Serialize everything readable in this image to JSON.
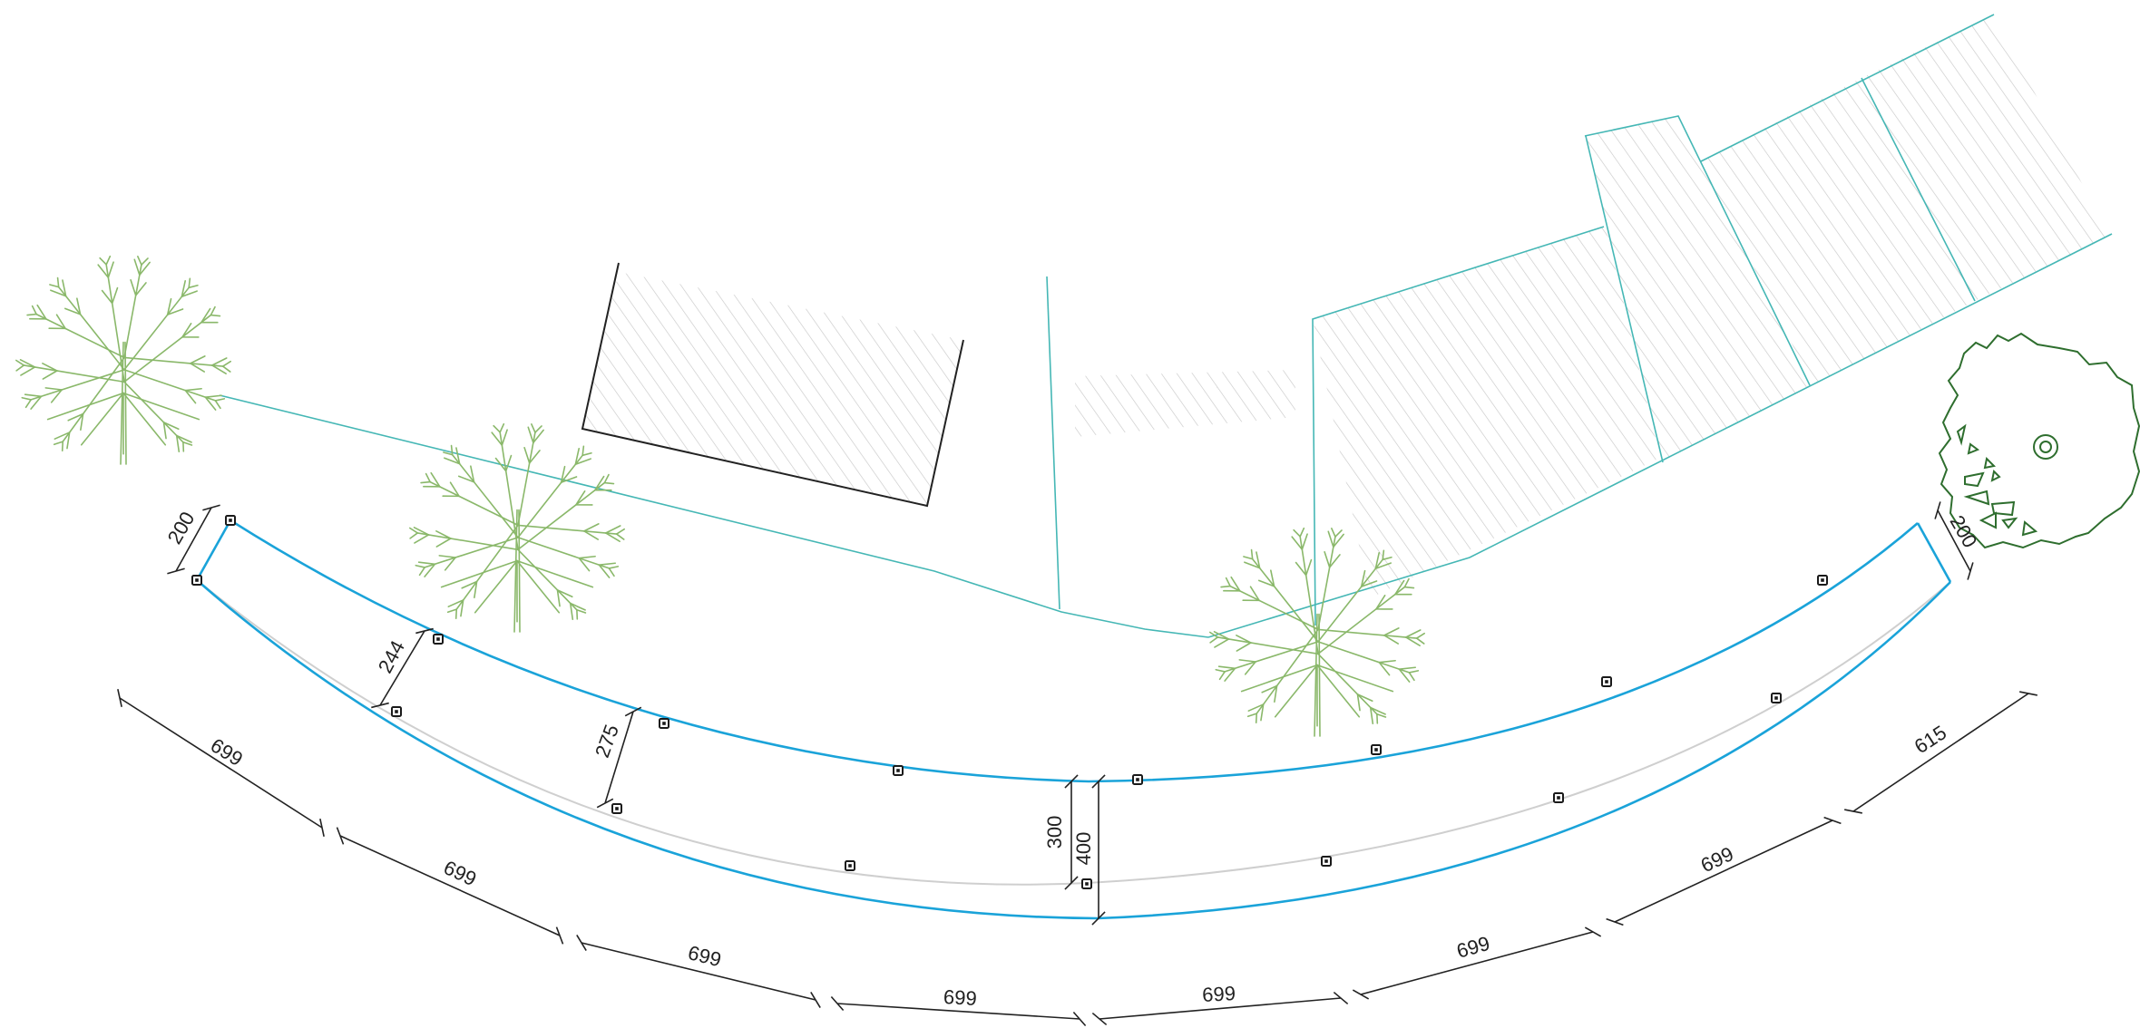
{
  "dimensions": {
    "width_end_left": "200",
    "width_end_right": "200",
    "offset_a": "244",
    "offset_b": "275",
    "offset_center_inner": "300",
    "offset_center_outer": "400",
    "segments": [
      "699",
      "699",
      "699",
      "699",
      "699",
      "699",
      "699",
      "615"
    ]
  },
  "colors": {
    "bench_outline": "#1aa3d9",
    "site_lines": "#45b7b5",
    "building_outline": "#222222",
    "hatch": "#c8c8c8",
    "tree_light": "#8ab86a",
    "tree_dark": "#2e6e2e",
    "centerline": "#cfcfcf",
    "dimension": "#222222"
  },
  "icons": [
    "tree-symbol",
    "tree-plan-symbol",
    "control-point-marker"
  ]
}
